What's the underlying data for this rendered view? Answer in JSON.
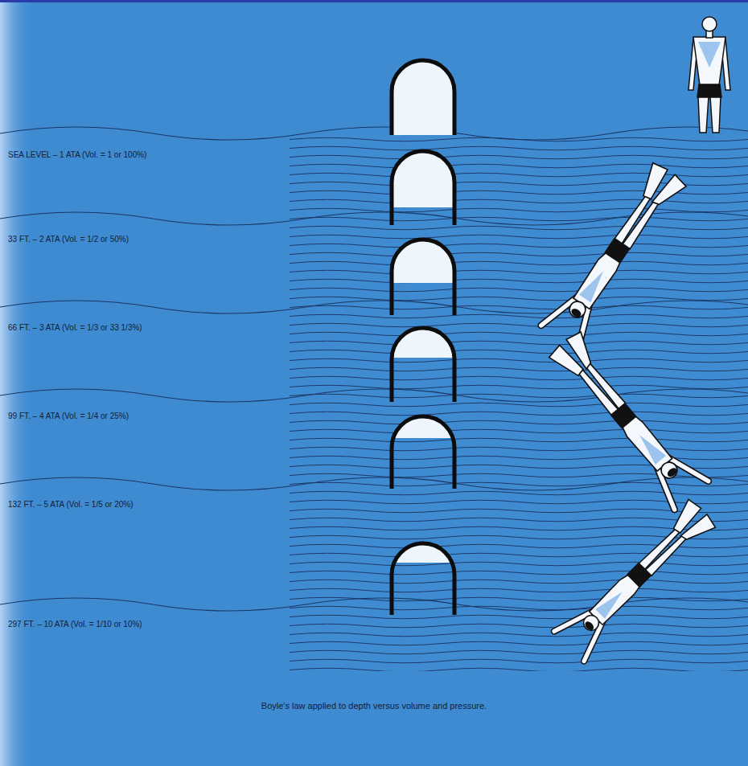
{
  "diagram": {
    "caption": "Boyle's law applied to depth versus volume and pressure.",
    "labels": [
      "SEA LEVEL – 1 ATA (Vol. = 1 or 100%)",
      "33 FT. – 2 ATA (Vol. = 1/2 or 50%)",
      "66 FT. – 3 ATA (Vol. = 1/3 or 33 1/3%)",
      "99 FT. – 4 ATA (Vol. = 1/4 or 25%)",
      "132 FT. – 5 ATA (Vol. = 1/5 or 20%)",
      "297 FT. – 10 ATA (Vol. = 1/10 or 10%)"
    ]
  }
}
